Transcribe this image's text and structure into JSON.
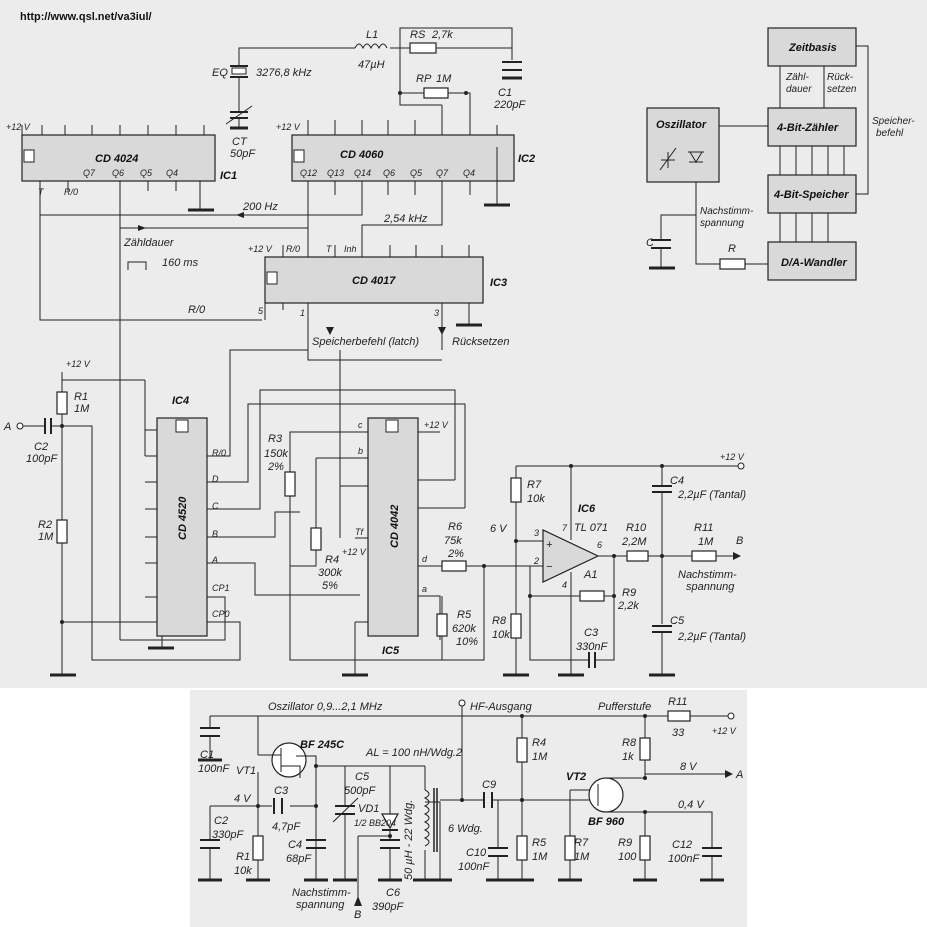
{
  "url": "http://www.qsl.net/va3iul/",
  "upper": {
    "chips": {
      "ic1": {
        "name": "CD 4024",
        "ref": "IC1",
        "vcc": "+12 V",
        "pins": [
          "T",
          "R/0",
          "Q7",
          "Q6",
          "Q5",
          "Q4"
        ]
      },
      "ic2": {
        "name": "CD 4060",
        "ref": "IC2",
        "vcc": "+12 V",
        "pins": [
          "Q12",
          "Q13",
          "Q14",
          "Q6",
          "Q5",
          "Q7",
          "Q4"
        ]
      },
      "ic3": {
        "name": "CD 4017",
        "ref": "IC3",
        "vcc": "+12 V",
        "pins": [
          "R/0",
          "T",
          "Inh",
          "5",
          "1",
          "3"
        ]
      },
      "ic4": {
        "name": "CD 4520",
        "ref": "IC4",
        "pins": [
          "R/0",
          "D",
          "C",
          "B",
          "A",
          "CP1",
          "CP0"
        ]
      },
      "ic5": {
        "name": "CD 4042",
        "ref": "IC5",
        "vcc": "+12 V",
        "pins": [
          "c",
          "b",
          "Tf",
          "d",
          "a"
        ]
      },
      "ic6": {
        "name": "TL 071",
        "ref": "IC6",
        "a1": "A1",
        "pins": [
          "3",
          "2",
          "7",
          "4",
          "6"
        ]
      }
    },
    "crystal": {
      "ref": "EQ",
      "value": "3276,8 kHz"
    },
    "ct": {
      "ref": "CT",
      "value": "50pF"
    },
    "l1": {
      "ref": "L1",
      "value": "47µH"
    },
    "rs": {
      "ref": "RS",
      "value": "2,7k"
    },
    "rp": {
      "ref": "RP",
      "value": "1M"
    },
    "c1": {
      "ref": "C1",
      "value": "220pF"
    },
    "freq_200": "200 Hz",
    "freq_254": "2,54 kHz",
    "zaehldauer": "Zähldauer",
    "t160": "160 ms",
    "r0": "R/0",
    "speicherbefehl": "Speicherbefehl (latch)",
    "ruecksetzen": "Rücksetzen",
    "vcc": "+12 V",
    "in_a": "A",
    "c2": {
      "ref": "C2",
      "value": "100pF"
    },
    "r1": {
      "ref": "R1",
      "value": "1M"
    },
    "r2": {
      "ref": "R2",
      "value": "1M"
    },
    "r3": {
      "ref": "R3",
      "value": "150k",
      "tol": "2%"
    },
    "r4": {
      "ref": "R4",
      "value": "300k",
      "tol": "5%"
    },
    "r5": {
      "ref": "R5",
      "value": "620k",
      "tol": "10%"
    },
    "r6": {
      "ref": "R6",
      "value": "75k",
      "tol": "2%"
    },
    "r7": {
      "ref": "R7",
      "value": "10k"
    },
    "r8": {
      "ref": "R8",
      "value": "10k"
    },
    "r9": {
      "ref": "R9",
      "value": "2,2k"
    },
    "r10": {
      "ref": "R10",
      "value": "2,2M"
    },
    "r11": {
      "ref": "R11",
      "value": "1M"
    },
    "c3": {
      "ref": "C3",
      "value": "330nF"
    },
    "c4": {
      "ref": "C4",
      "value": "2,2µF (Tantal)"
    },
    "c5": {
      "ref": "C5",
      "value": "2,2µF (Tantal)"
    },
    "v6": "6 V",
    "out_b": "B",
    "nachstimm": [
      "Nachstimm-",
      "spannung"
    ]
  },
  "block": {
    "zeitbasis": "Zeitbasis",
    "oszillator": "Oszillator",
    "zaehler": "4-Bit-Zähler",
    "speicher": "4-Bit-Speicher",
    "wandler": "D/A-Wandler",
    "zaehl": [
      "Zähl-",
      "dauer"
    ],
    "rueck": [
      "Rück-",
      "setzen"
    ],
    "speicherbefehl": [
      "Speicher-",
      "befehl"
    ],
    "nachstimm": [
      "Nachstimm-",
      "spannung"
    ],
    "c": "C",
    "r": "R"
  },
  "lower": {
    "osc_label": "Oszillator 0,9...2,1 MHz",
    "hf_out": "HF-Ausgang",
    "puffer": "Pufferstufe",
    "vcc": "+12 V",
    "vt1": {
      "ref": "VT1",
      "type": "BF 245C"
    },
    "vt2": {
      "ref": "VT2",
      "type": "BF 960"
    },
    "al": "AL = 100 nH/Wdg.2",
    "v4": "4 V",
    "v8": "8 V",
    "v04": "0,4 V",
    "out_a": "A",
    "in_b": "B",
    "coil": "50 µH - 22 Wdg.",
    "tap": "6 Wdg.",
    "vd1": {
      "ref": "VD1",
      "type": "1/2 BB204"
    },
    "nachstimm": [
      "Nachstimm-",
      "spannung"
    ],
    "c1": {
      "ref": "C1",
      "value": "100nF"
    },
    "c2": {
      "ref": "C2",
      "value": "330pF"
    },
    "c3": {
      "ref": "C3",
      "value": "4,7pF"
    },
    "c4": {
      "ref": "C4",
      "value": "68pF"
    },
    "c5": {
      "ref": "C5",
      "value": "500pF"
    },
    "c6": {
      "ref": "C6",
      "value": "390pF"
    },
    "c9": {
      "ref": "C9",
      "value": ""
    },
    "c10": {
      "ref": "C10",
      "value": "100nF"
    },
    "c12": {
      "ref": "C12",
      "value": "100nF"
    },
    "r1": {
      "ref": "R1",
      "value": "10k"
    },
    "r4": {
      "ref": "R4",
      "value": "1M"
    },
    "r5": {
      "ref": "R5",
      "value": "1M"
    },
    "r7": {
      "ref": "R7",
      "value": "1M"
    },
    "r8": {
      "ref": "R8",
      "value": "1k"
    },
    "r9": {
      "ref": "R9",
      "value": "100"
    },
    "r11": {
      "ref": "R11",
      "value": "33"
    }
  }
}
